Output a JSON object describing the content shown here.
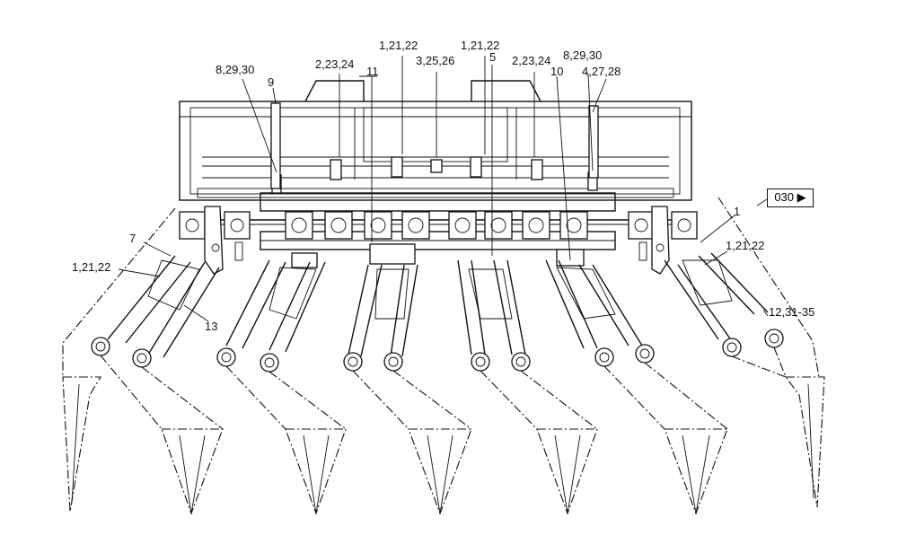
{
  "diagram": {
    "callouts": [
      {
        "id": "c1",
        "text": "1,21,22"
      },
      {
        "id": "c2",
        "text": "1,21,22"
      },
      {
        "id": "c3",
        "text": "2,23,24"
      },
      {
        "id": "c4",
        "text": "3,25,26"
      },
      {
        "id": "c5",
        "text": "2,23,24"
      },
      {
        "id": "c6",
        "text": "8,29,30"
      },
      {
        "id": "c7",
        "text": "8,29,30"
      },
      {
        "id": "c8",
        "text": "4,27,28"
      },
      {
        "id": "c9",
        "text": "9"
      },
      {
        "id": "c10",
        "text": "11"
      },
      {
        "id": "c11",
        "text": "5"
      },
      {
        "id": "c12",
        "text": "10"
      },
      {
        "id": "c13",
        "text": "1"
      },
      {
        "id": "c14",
        "text": "7"
      },
      {
        "id": "c15",
        "text": "1,21,22"
      },
      {
        "id": "c16",
        "text": "1,21,22"
      },
      {
        "id": "c17",
        "text": "13"
      },
      {
        "id": "c18",
        "text": "12,31-35"
      }
    ],
    "page_ref": {
      "label": "030",
      "arrow": "▶"
    }
  }
}
